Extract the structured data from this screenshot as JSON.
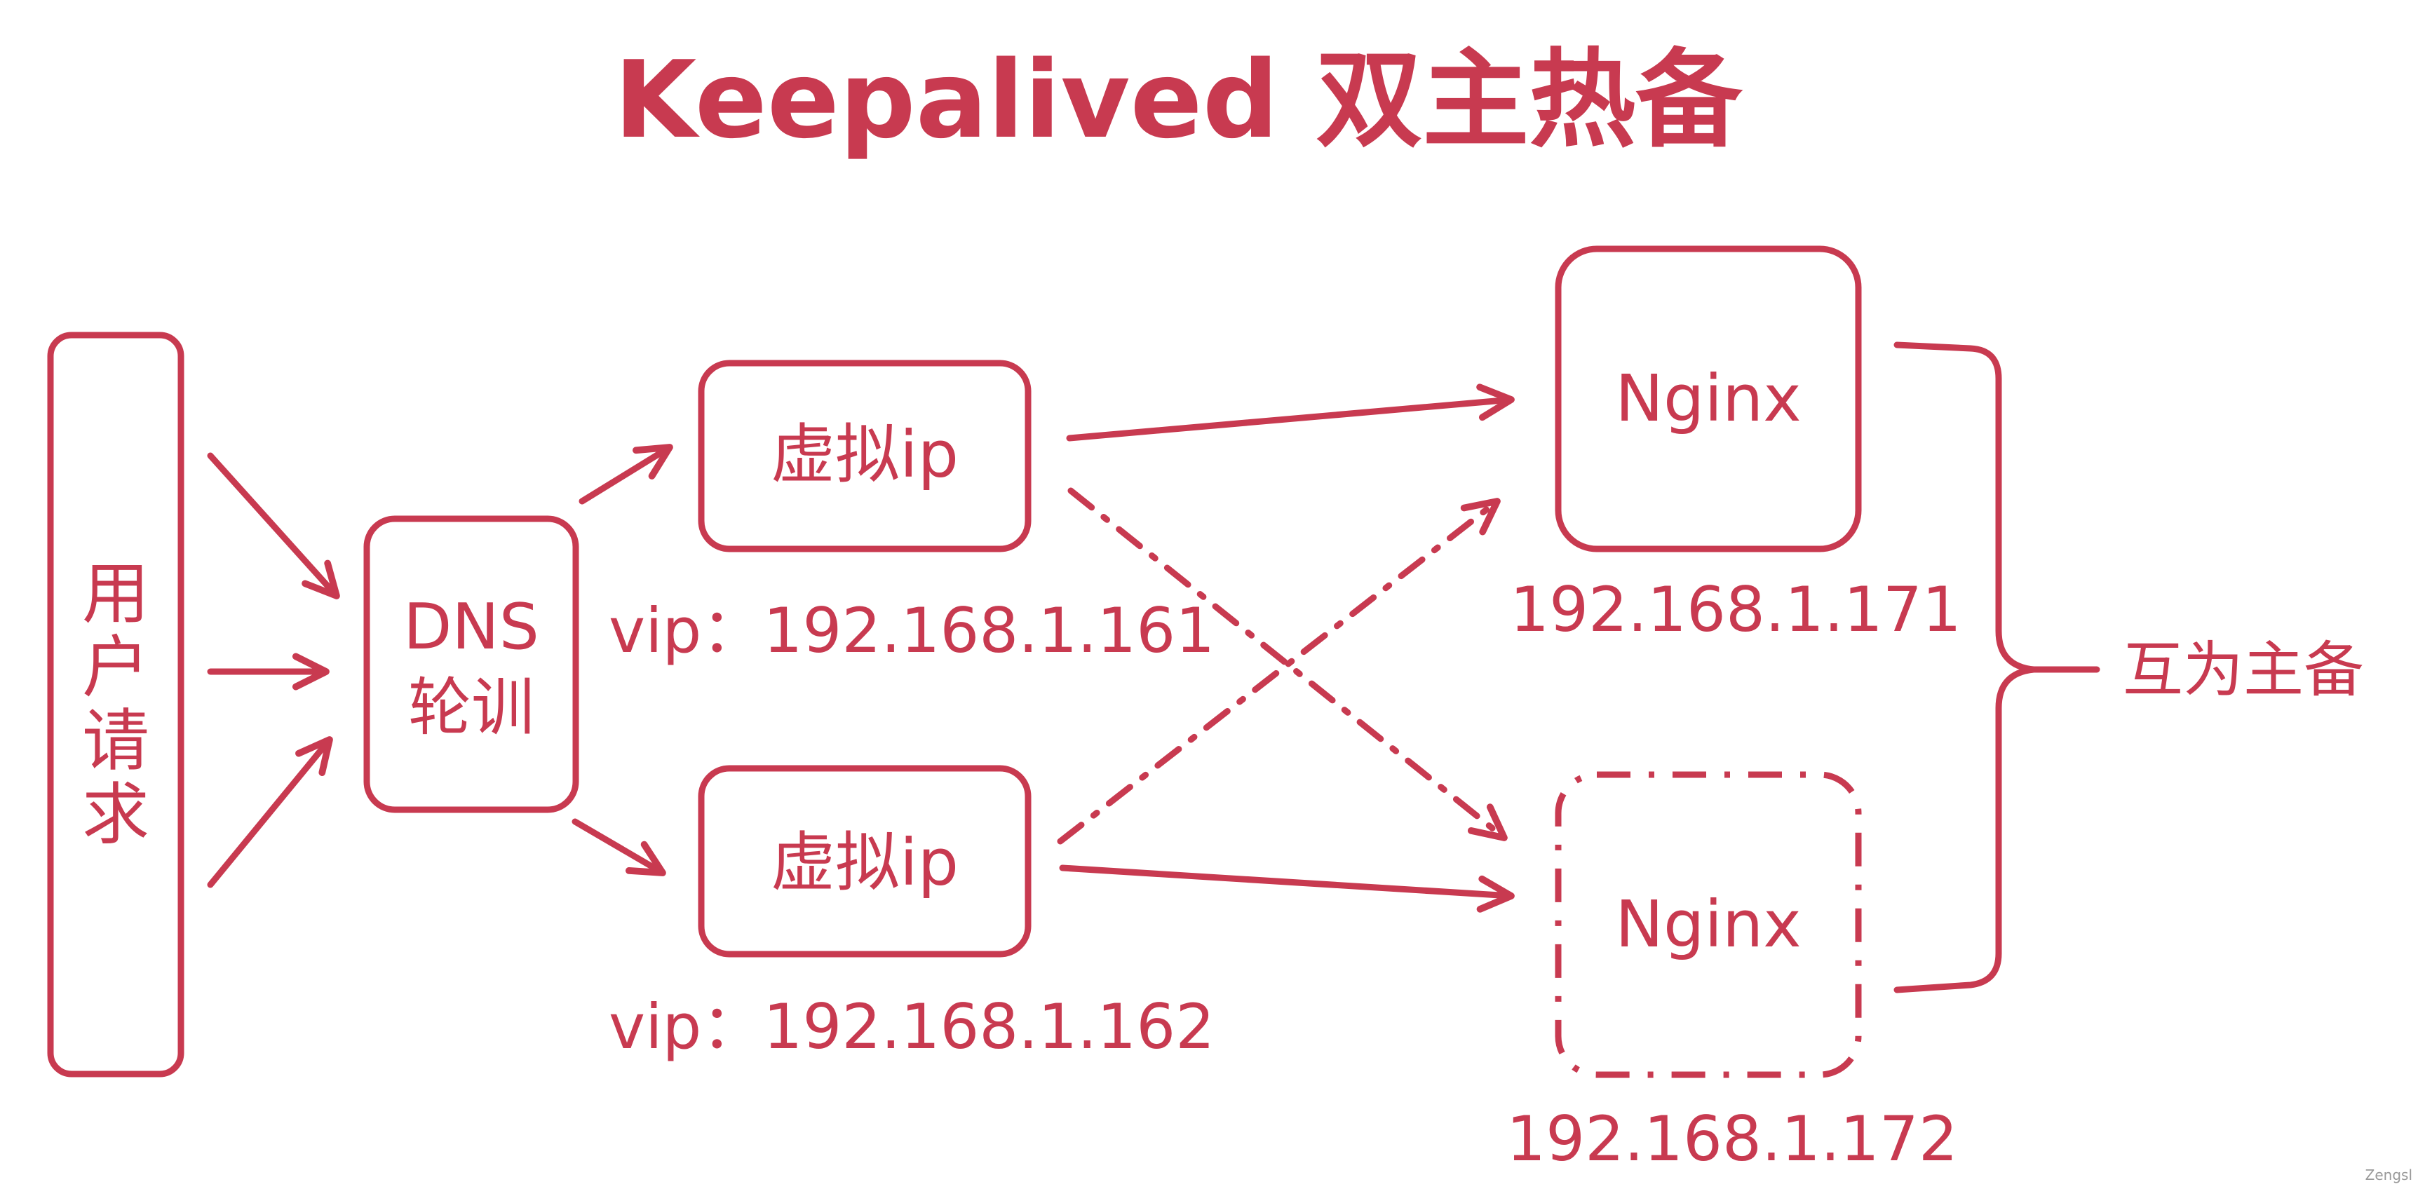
{
  "title": "Keepalived 双主热备",
  "colors": {
    "accent": "#C83A50",
    "background": "#FFFFFF",
    "watermark": "#999999"
  },
  "user_request": [
    "用",
    "户",
    "请",
    "求"
  ],
  "dns": {
    "line1": "DNS",
    "line2": "轮训"
  },
  "virtual_ips": [
    {
      "label": "虚拟ip",
      "address": "vip：192.168.1.161"
    },
    {
      "label": "虚拟ip",
      "address": "vip：192.168.1.162"
    }
  ],
  "nginx_servers": [
    {
      "label": "Nginx",
      "ip": "192.168.1.171"
    },
    {
      "label": "Nginx",
      "ip": "192.168.1.172"
    }
  ],
  "mutual_label": "互为主备",
  "watermark": "Zengsl"
}
